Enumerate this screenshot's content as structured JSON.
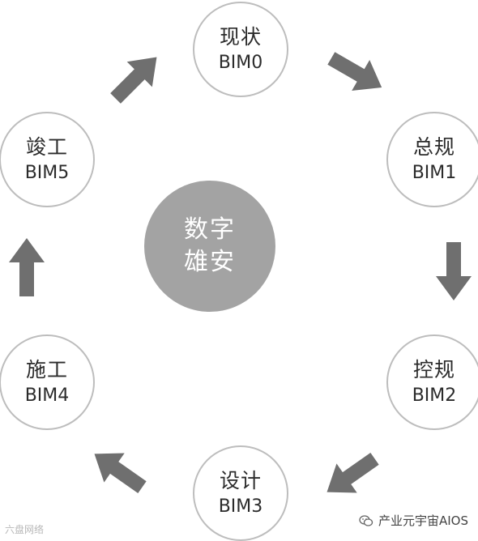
{
  "center": {
    "line1": "数字",
    "line2": "雄安"
  },
  "nodes": [
    {
      "cn": "现状",
      "code": "BIM0"
    },
    {
      "cn": "总规",
      "code": "BIM1"
    },
    {
      "cn": "控规",
      "code": "BIM2"
    },
    {
      "cn": "设计",
      "code": "BIM3"
    },
    {
      "cn": "施工",
      "code": "BIM4"
    },
    {
      "cn": "竣工",
      "code": "BIM5"
    }
  ],
  "colors": {
    "arrow": "#6f6f6f",
    "center_fill": "#a3a3a3",
    "node_border": "#bdbdbd"
  },
  "watermark": {
    "left": "六盘网络",
    "right": "产业元宇宙AIOS",
    "right_icon": "wechat-icon"
  }
}
